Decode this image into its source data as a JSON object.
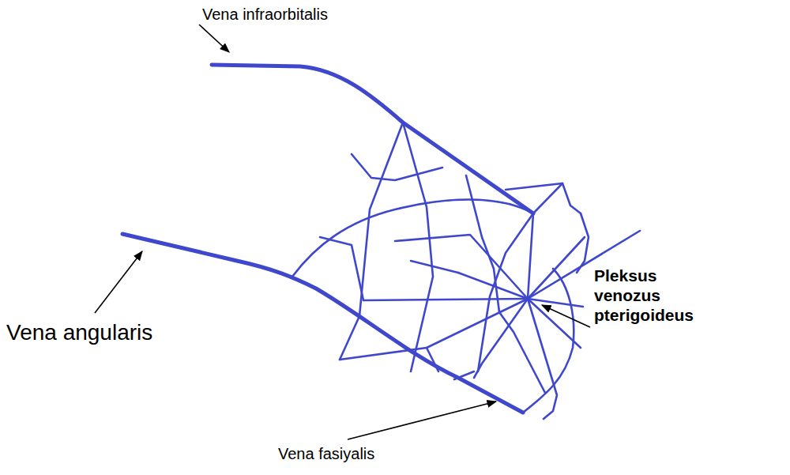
{
  "diagram": {
    "labels": [
      "Vena infraorbitalis",
      "Vena angularis",
      "Pleksus venozus pterigoideus",
      "Vena fasiyalis"
    ]
  }
}
